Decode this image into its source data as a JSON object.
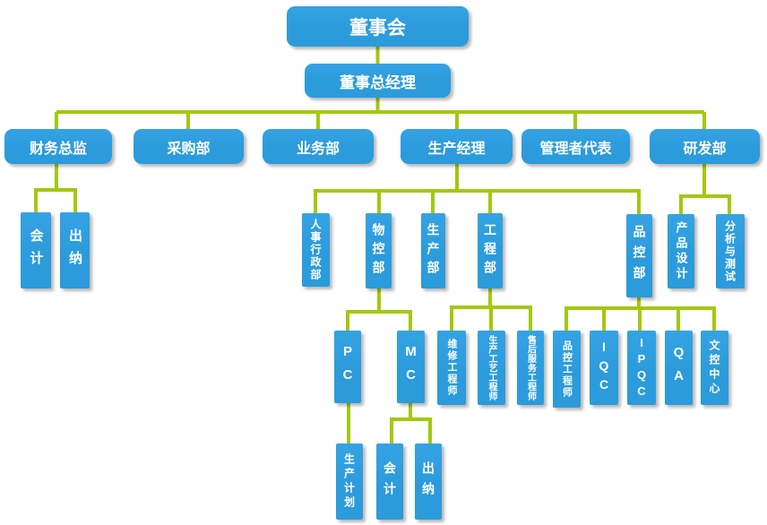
{
  "diagram": {
    "type": "org-chart",
    "colors": {
      "node_fill": "#2B9BDC",
      "node_text": "#FFFFFF",
      "connector": "#A2C90D"
    },
    "nodes": {
      "board": {
        "label": "董事会"
      },
      "general_manager": {
        "label": "董事总经理"
      },
      "finance_director": {
        "label": "财务总监"
      },
      "purchasing_dept": {
        "label": "采购部"
      },
      "business_dept": {
        "label": "业务部"
      },
      "production_manager": {
        "label": "生产经理"
      },
      "management_rep": {
        "label": "管理者代表"
      },
      "rd_dept": {
        "label": "研发部"
      },
      "accounting": {
        "label": "会计"
      },
      "cashier": {
        "label": "出纳"
      },
      "hr_admin_dept": {
        "label": "人事行政部"
      },
      "material_control_dept": {
        "label": "物控部"
      },
      "production_dept": {
        "label": "生产部"
      },
      "engineering_dept": {
        "label": "工程部"
      },
      "quality_control_dept": {
        "label": "品控部"
      },
      "product_design": {
        "label": "产品设计"
      },
      "analysis_testing": {
        "label": "分析与测试"
      },
      "pc": {
        "label": "PC"
      },
      "mc": {
        "label": "MC"
      },
      "maintenance_engineer": {
        "label": "维修工程师"
      },
      "process_engineer": {
        "label": "生产工艺工程师"
      },
      "after_sales_engineer": {
        "label": "售后服务工程师"
      },
      "qc_engineer": {
        "label": "品控工程师"
      },
      "iqc": {
        "label": "IQC"
      },
      "ipqc": {
        "label": "IPQC"
      },
      "qa": {
        "label": "QA"
      },
      "document_center": {
        "label": "文控中心"
      },
      "production_planning": {
        "label": "生产计划"
      },
      "mc_accounting": {
        "label": "会计"
      },
      "mc_cashier": {
        "label": "出纳"
      }
    },
    "hierarchy": {
      "董事会": [
        "董事总经理"
      ],
      "董事总经理": [
        "财务总监",
        "采购部",
        "业务部",
        "生产经理",
        "管理者代表",
        "研发部"
      ],
      "财务总监": [
        "会计",
        "出纳"
      ],
      "生产经理": [
        "人事行政部",
        "物控部",
        "生产部",
        "工程部",
        "品控部"
      ],
      "研发部": [
        "产品设计",
        "分析与测试"
      ],
      "物控部": [
        "PC",
        "MC"
      ],
      "工程部": [
        "维修工程师",
        "生产工艺工程师",
        "售后服务工程师"
      ],
      "品控部": [
        "品控工程师",
        "IQC",
        "IPQC",
        "QA",
        "文控中心"
      ],
      "PC": [
        "生产计划"
      ],
      "MC": [
        "会计",
        "出纳"
      ]
    }
  }
}
